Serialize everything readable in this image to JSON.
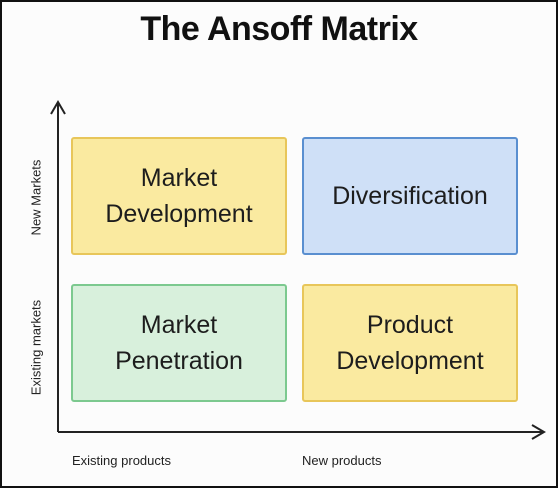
{
  "title": "The Ansoff Matrix",
  "quadrants": {
    "top_left": "Market\nDevelopment",
    "top_right": "Diversification",
    "bottom_left": "Market\nPenetration",
    "bottom_right": "Product\nDevelopment"
  },
  "y_axis": {
    "top_label": "New Markets",
    "bottom_label": "Existing markets"
  },
  "x_axis": {
    "left_label": "Existing products",
    "right_label": "New products"
  },
  "colors": {
    "yellow_fill": "#faeaa0",
    "yellow_border": "#e8c65a",
    "blue_fill": "#cfe0f7",
    "blue_border": "#5a8fd0",
    "green_fill": "#d8f0dc",
    "green_border": "#7cc98f",
    "axis": "#222222"
  }
}
